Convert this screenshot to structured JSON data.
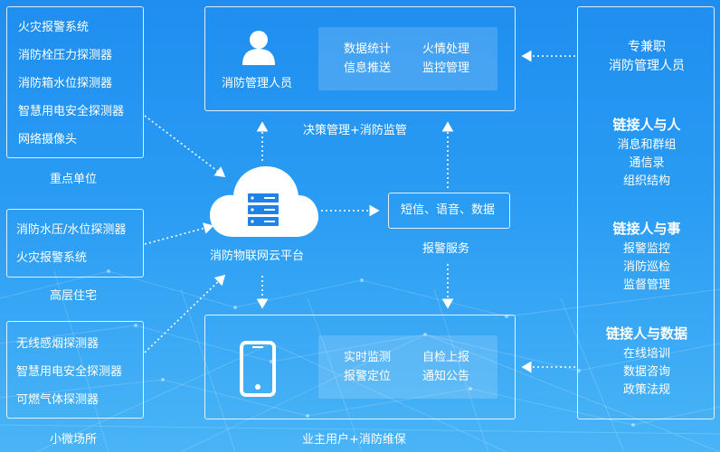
{
  "left": {
    "group1": {
      "items": [
        "火灾报警系统",
        "消防栓压力探测器",
        "消防箱水位探测器",
        "智慧用电安全探测器",
        "网络摄像头"
      ],
      "caption": "重点单位"
    },
    "group2": {
      "items": [
        "消防水压/水位探测器",
        "火灾报警系统"
      ],
      "caption": "高层住宅"
    },
    "group3": {
      "items": [
        "无线感烟探测器",
        "智慧用电安全探测器",
        "可燃气体探测器"
      ],
      "caption": "小微场所"
    }
  },
  "top_box": {
    "title": "消防管理人员",
    "features": [
      "数据统计",
      "火情处理",
      "信息推送",
      "监控管理"
    ],
    "caption": "决策管理+消防监管"
  },
  "cloud": {
    "label": "消防物联网云平台"
  },
  "sms_box": {
    "label": "短信、语音、数据",
    "caption": "报警服务"
  },
  "bottom_box": {
    "features": [
      "实时监测",
      "自检上报",
      "报警定位",
      "通知公告"
    ],
    "caption": "业主用户+消防维保"
  },
  "right": {
    "title_line1": "专兼职",
    "title_line2": "消防管理人员",
    "sections": [
      {
        "heading": "链接人与人",
        "items": [
          "消息和群组",
          "通信录",
          "组织结构"
        ]
      },
      {
        "heading": "链接人与事",
        "items": [
          "报警监控",
          "消防巡检",
          "监督管理"
        ]
      },
      {
        "heading": "链接人与数据",
        "items": [
          "在线培训",
          "数据咨询",
          "政策法规"
        ]
      }
    ]
  }
}
